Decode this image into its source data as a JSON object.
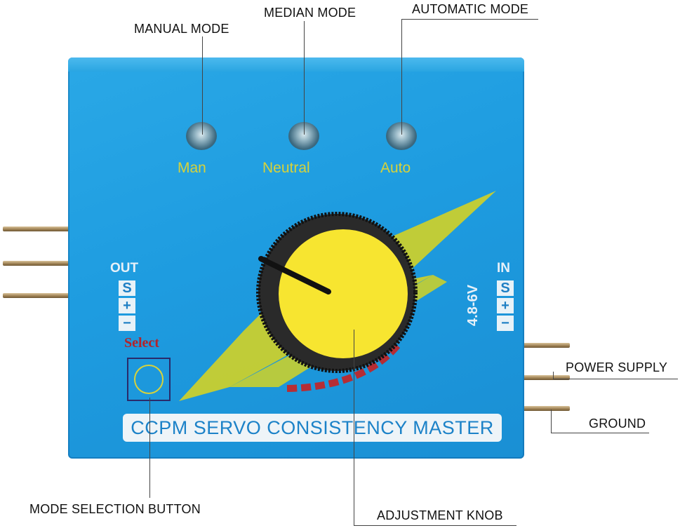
{
  "callouts": {
    "manual_mode": "MANUAL MODE",
    "median_mode": "MEDIAN MODE",
    "automatic_mode": "AUTOMATIC MODE",
    "power_supply": "POWER SUPPLY",
    "ground": "GROUND",
    "mode_selection_button": "MODE SELECTION BUTTON",
    "adjustment_knob": "ADJUSTMENT KNOB"
  },
  "device": {
    "leds": [
      {
        "label": "Man"
      },
      {
        "label": "Neutral"
      },
      {
        "label": "Auto"
      }
    ],
    "out_label": "OUT",
    "in_label": "IN",
    "pins_out": [
      "S",
      "+",
      "−"
    ],
    "pins_in": [
      "S",
      "+",
      "−"
    ],
    "voltage": "4.8-6V",
    "select_label": "Select",
    "banner": "CCPM SERVO CONSISTENCY MASTER"
  },
  "colors": {
    "body": "#1e9ce0",
    "lightning": "#c9cf2e",
    "knob": "#f7e530",
    "led_label": "#d7d23a"
  }
}
